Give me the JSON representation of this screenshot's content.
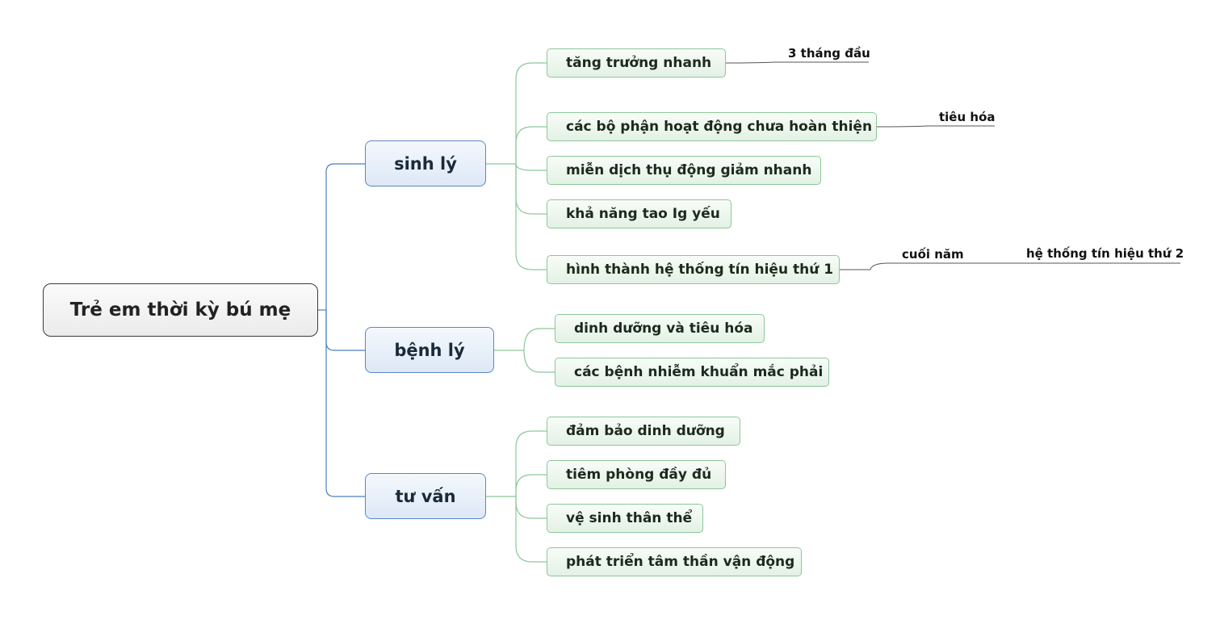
{
  "root": {
    "label": "Trẻ em thời kỳ bú mẹ"
  },
  "branches": {
    "sinh_ly": {
      "label": "sinh lý",
      "children": [
        {
          "label": "tăng trưởng nhanh",
          "note": "3 tháng đầu"
        },
        {
          "label": "các bộ phận hoạt động chưa hoàn thiện",
          "note": "tiêu hóa"
        },
        {
          "label": "miễn dịch thụ động giảm nhanh"
        },
        {
          "label": "khả năng tao Ig yếu"
        },
        {
          "label": "hình thành hệ thống tín hiệu thứ 1",
          "note": "cuối năm",
          "note2": "hệ thống tín hiệu thứ 2"
        }
      ]
    },
    "benh_ly": {
      "label": "bệnh lý",
      "children": [
        {
          "label": "dinh dưỡng và tiêu hóa"
        },
        {
          "label": "các bệnh nhiễm khuẩn mắc phải"
        }
      ]
    },
    "tu_van": {
      "label": "tư vấn",
      "children": [
        {
          "label": "đảm bảo dinh dưỡng"
        },
        {
          "label": "tiêm phòng đầy đủ"
        },
        {
          "label": "vệ sinh thân thể"
        },
        {
          "label": "phát triển tâm thần vận động"
        }
      ]
    }
  },
  "colors": {
    "root_border": "#3a3a3a",
    "main_border": "#5b86c4",
    "main_connector": "#4a7fc0",
    "sub_border": "#8cc79a",
    "sub_connector": "#8cc79a",
    "note_line": "#555555"
  }
}
